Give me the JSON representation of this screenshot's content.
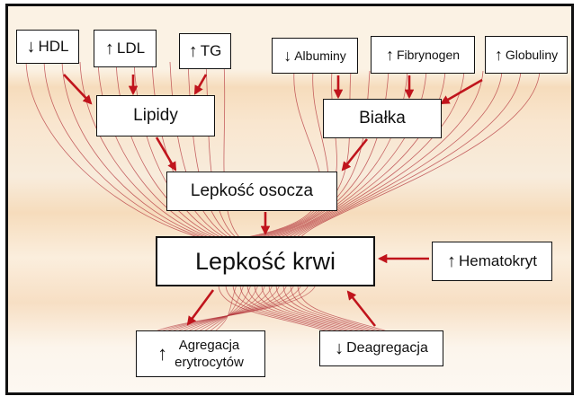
{
  "colors": {
    "arrow": "#c0141c",
    "lines": "#b4353c",
    "border": "#111111"
  },
  "icons": {
    "up": "up-arrow-icon",
    "down": "down-arrow-icon"
  },
  "arrows": {
    "up": "↑",
    "down": "↓"
  },
  "nodes": {
    "hdl": {
      "label": "HDL",
      "direction": "down"
    },
    "ldl": {
      "label": "LDL",
      "direction": "up"
    },
    "tg": {
      "label": "TG",
      "direction": "up"
    },
    "albuminy": {
      "label": "Albuminy",
      "direction": "down"
    },
    "fibrynogen": {
      "label": "Fibrynogen",
      "direction": "up"
    },
    "globuliny": {
      "label": "Globuliny",
      "direction": "up"
    },
    "lipidy": {
      "label": "Lipidy"
    },
    "bialka": {
      "label": "Białka"
    },
    "lepkosc_osocza": {
      "label": "Lepkość osocza"
    },
    "lepkosc_krwi": {
      "label": "Lepkość krwi"
    },
    "hematokryt": {
      "label": "Hematokryt",
      "direction": "up"
    },
    "agregacja": {
      "line1": "Agregacja",
      "line2": "erytrocytów",
      "direction": "up"
    },
    "deagregacja": {
      "label": "Deagregacja",
      "direction": "down"
    }
  }
}
